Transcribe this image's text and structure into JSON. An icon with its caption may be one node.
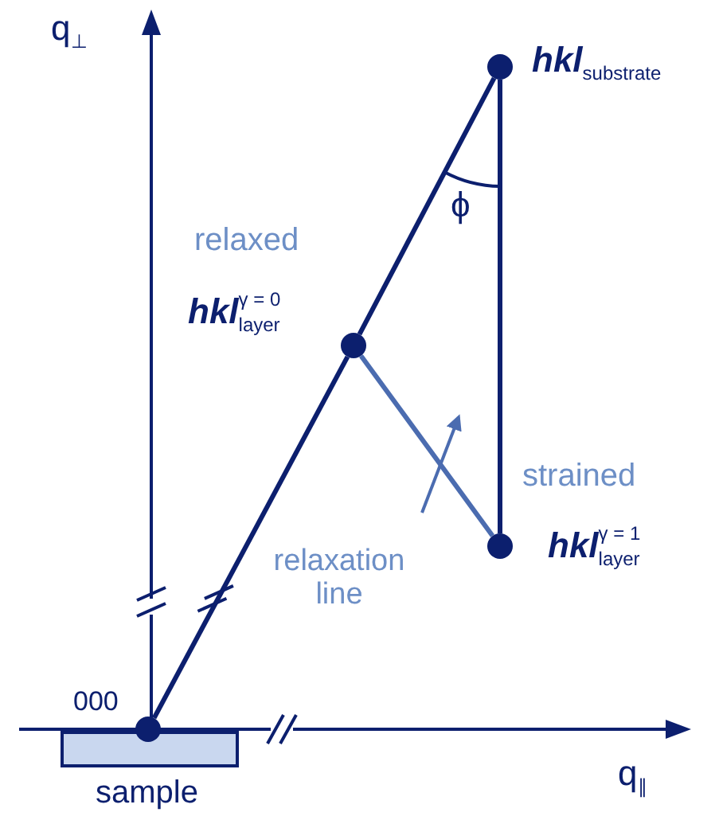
{
  "diagram": {
    "nodes": [
      {
        "text": [],
        "shape": "circle",
        "beside": [
          "*hkl*$_{substrate}$"
        ]
      },
      {
        "text": [],
        "shape": "circle",
        "beside": [
          "relaxed",
          "*hkl*$^{γ = 0}$$_{layer}$"
        ]
      },
      {
        "text": [],
        "shape": "circle",
        "beside": [
          "strained",
          "*hkl*$^{γ = 1}$$_{layer}$"
        ]
      },
      {
        "text": [
          "relaxation line"
        ]
      },
      {
        "text": [],
        "shape": "circle",
        "beside": [
          "000"
        ]
      },
      {
        "text": [],
        "shape": "box",
        "beside": [
          "sample"
        ]
      }
    ],
    "edges": [
      {
        "from": 4,
        "to": 1,
        "arrow": "none"
      },
      {
        "from": 1,
        "to": 0,
        "arrow": "none"
      },
      {
        "from": 0,
        "to": 2,
        "arrow": "none"
      },
      {
        "from": 1,
        "to": 2,
        "arrow": "none",
        "color": "#4b6cb0"
      },
      {
        "from": 3,
        "to": null,
        "arrow": "to",
        "color": "#4b6cb0"
      }
    ],
    "labels": [
      "q$_{⊥}$",
      "ϕ",
      "q$_{∥}$"
    ]
  }
}
